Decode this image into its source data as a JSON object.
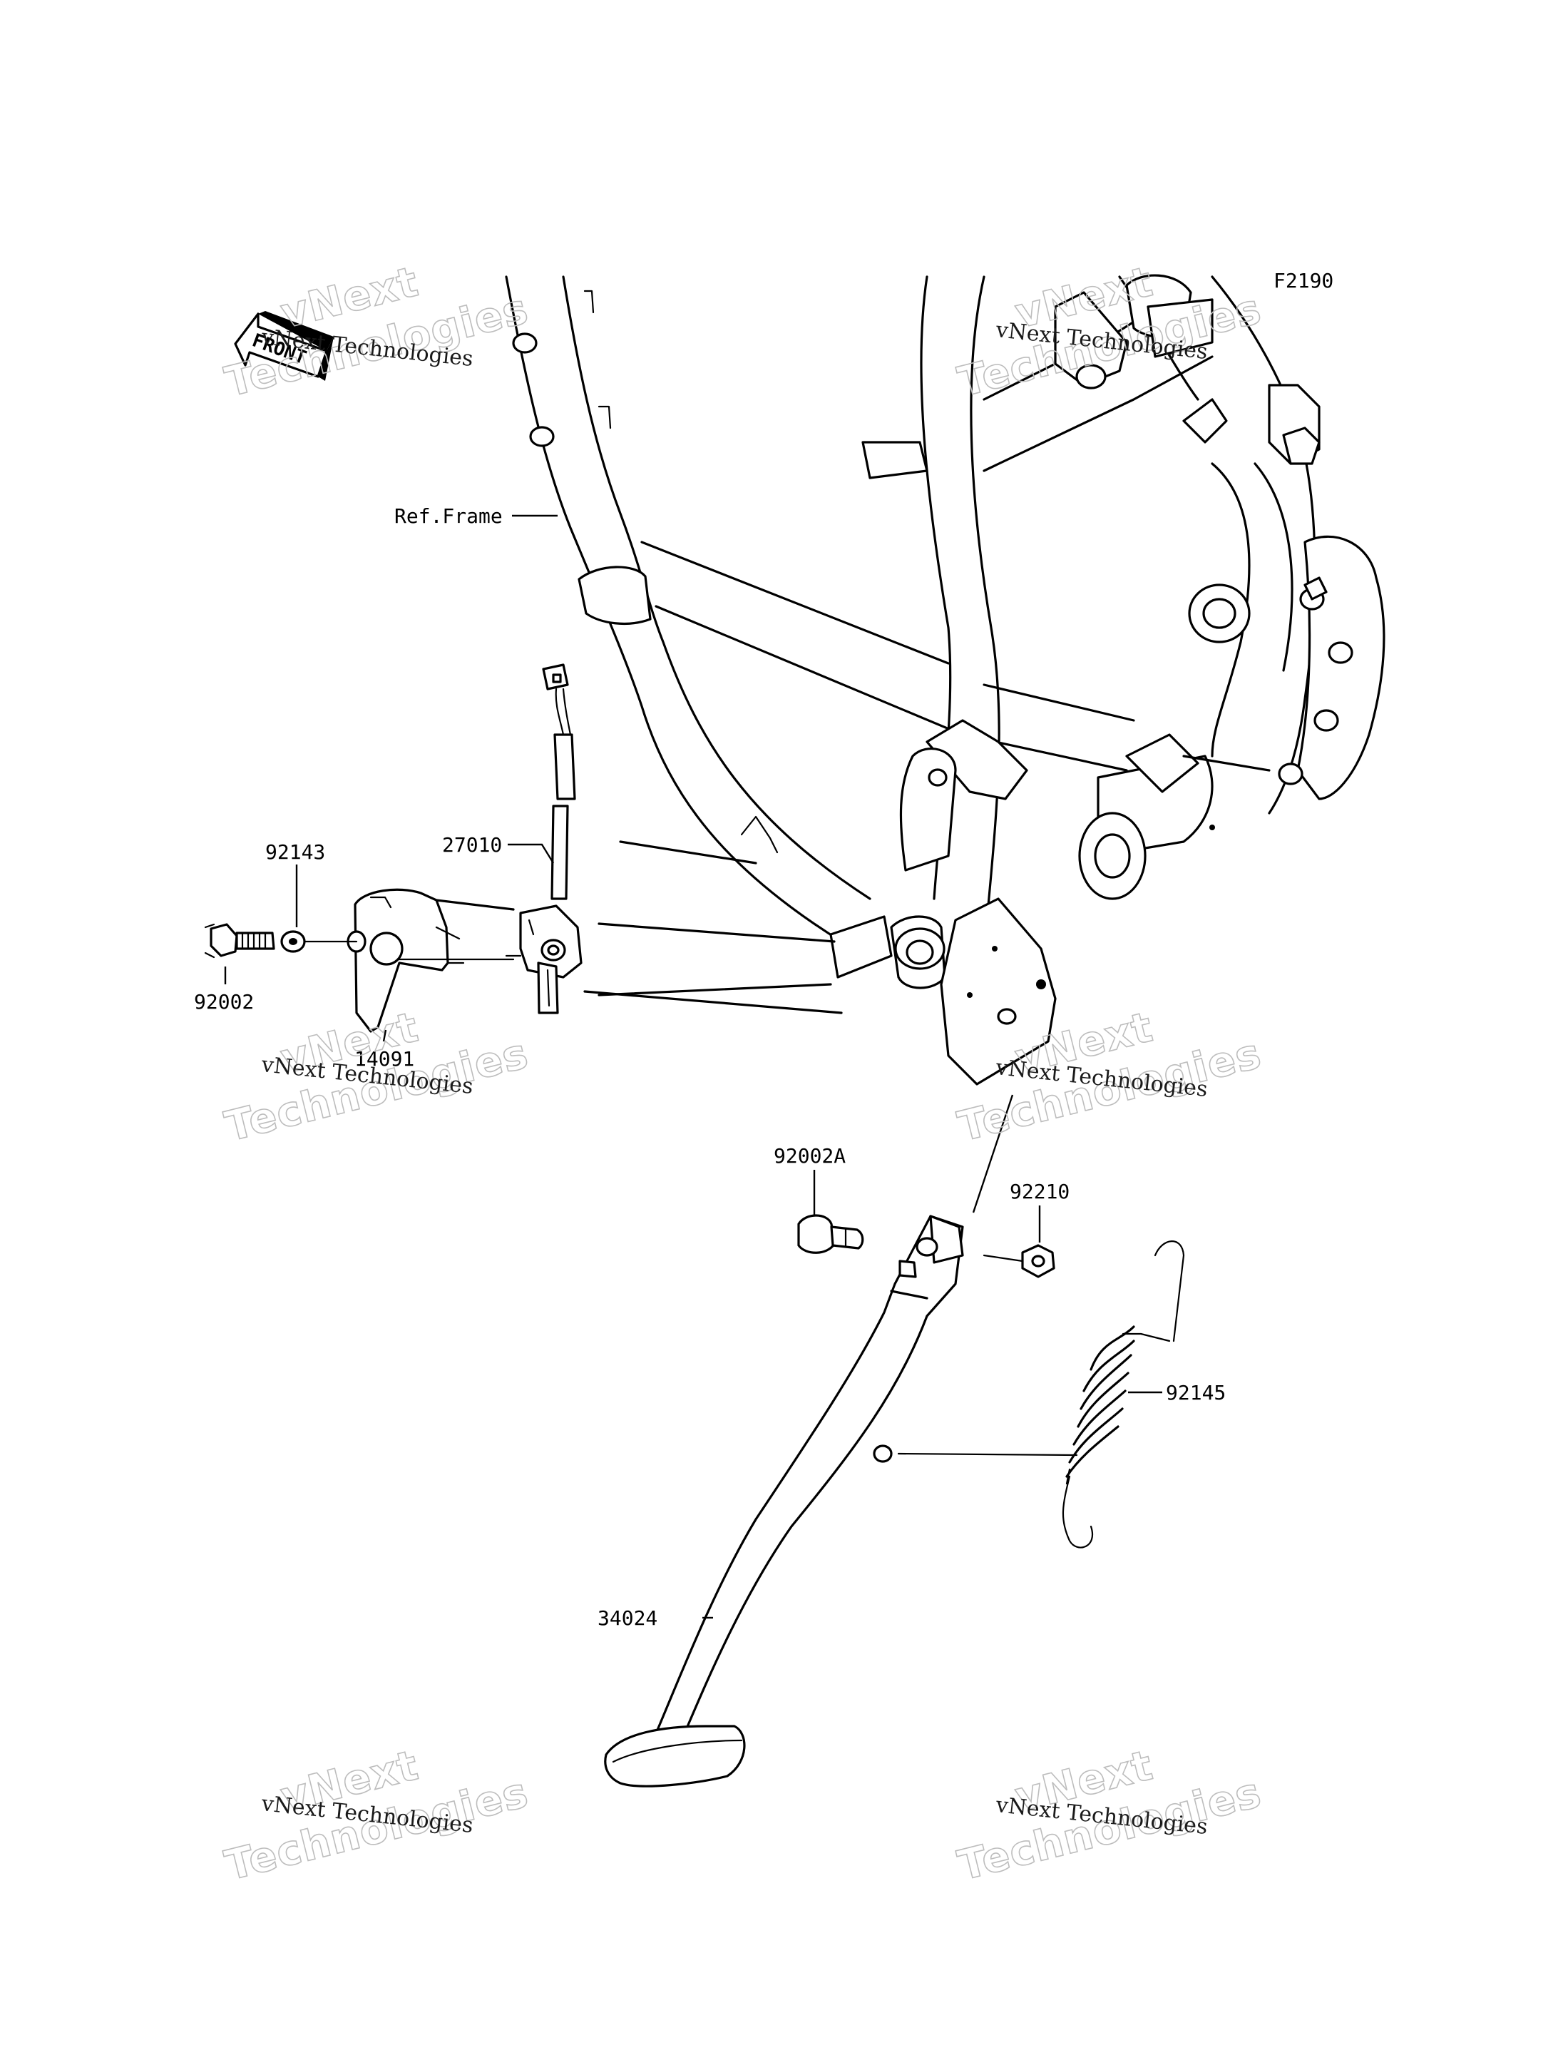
{
  "figure_code": "F2190",
  "front_label": "FRONT",
  "callouts": {
    "ref_frame": "Ref.Frame",
    "p27010": "27010",
    "p92143": "92143",
    "p92002": "92002",
    "p14091": "14091",
    "p92002A": "92002A",
    "p92210": "92210",
    "p92145": "92145",
    "p34024": "34024"
  },
  "watermark": {
    "small": "vNext Technologies",
    "big_top": "vNext",
    "big_bottom": "Technologies"
  }
}
